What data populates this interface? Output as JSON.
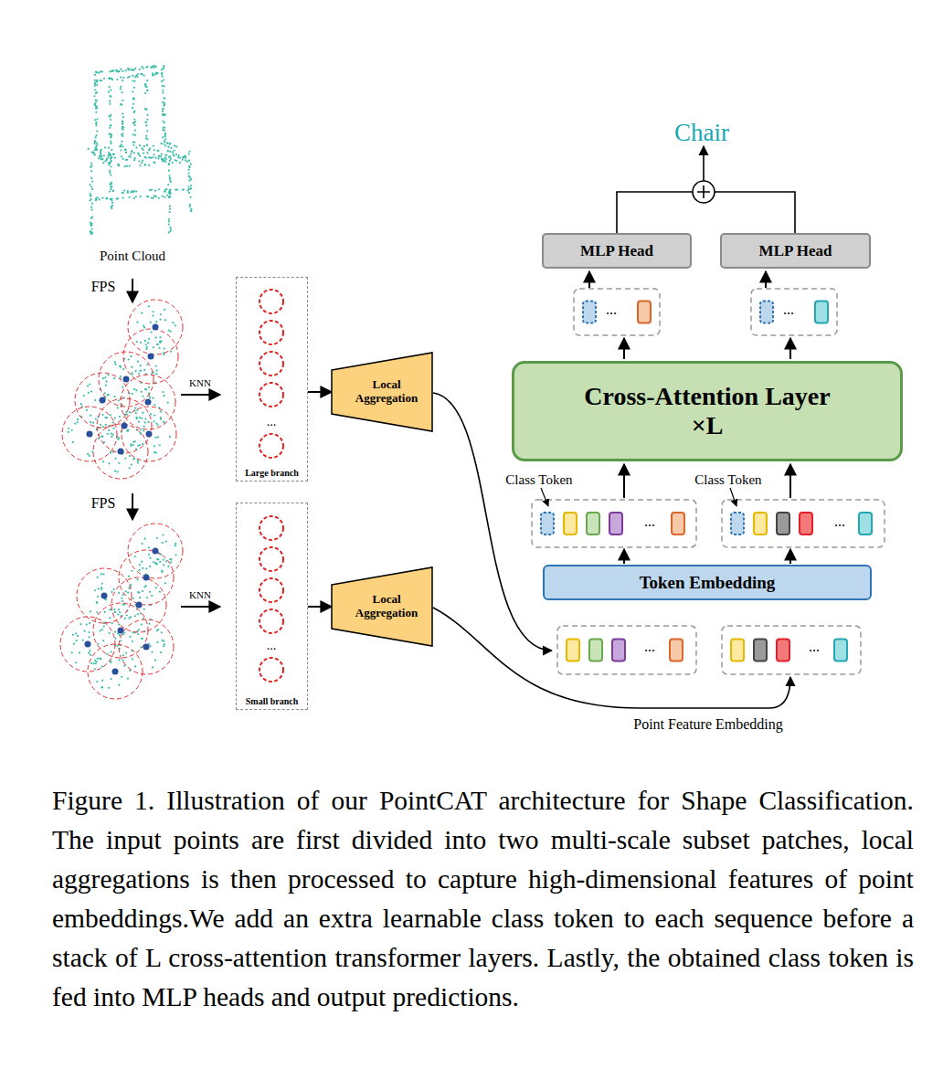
{
  "diagram": {
    "caption": "Figure 1. Illustration of our PointCAT architecture for Shape Classification. The input points are first divided into two multi-scale subset patches, local aggregations is then processed to capture high-dimensional features of point embeddings.We add an extra learnable class token to each sequence before a stack of L cross-attention transformer layers. Lastly, the obtained class token is fed into MLP heads and output predictions.",
    "nodes": [
      {
        "text": [
          "Large branch"
        ]
      },
      {
        "text": [
          "Local Aggregation"
        ]
      },
      {
        "text": [
          "Small branch"
        ]
      },
      {
        "text": [
          "Local Aggregation"
        ]
      },
      {
        "text": [
          "Token Embedding"
        ]
      },
      {
        "text": [
          "Cross-Attention Layer ×L"
        ]
      },
      {
        "text": [
          "MLP Head"
        ]
      },
      {
        "text": [
          "MLP Head"
        ]
      }
    ],
    "edges": [
      {
        "from": 0,
        "to": 1,
        "arrow": "to"
      },
      {
        "from": 2,
        "to": 3,
        "arrow": "to"
      }
    ],
    "labels": [
      "Point Cloud",
      "FPS",
      "KNN",
      "FPS",
      "KNN",
      "...",
      "...",
      "Chair",
      "...",
      "...",
      "Class Token",
      "Class Token",
      "...",
      "...",
      "...",
      "...",
      "Point Feature Embedding"
    ]
  }
}
